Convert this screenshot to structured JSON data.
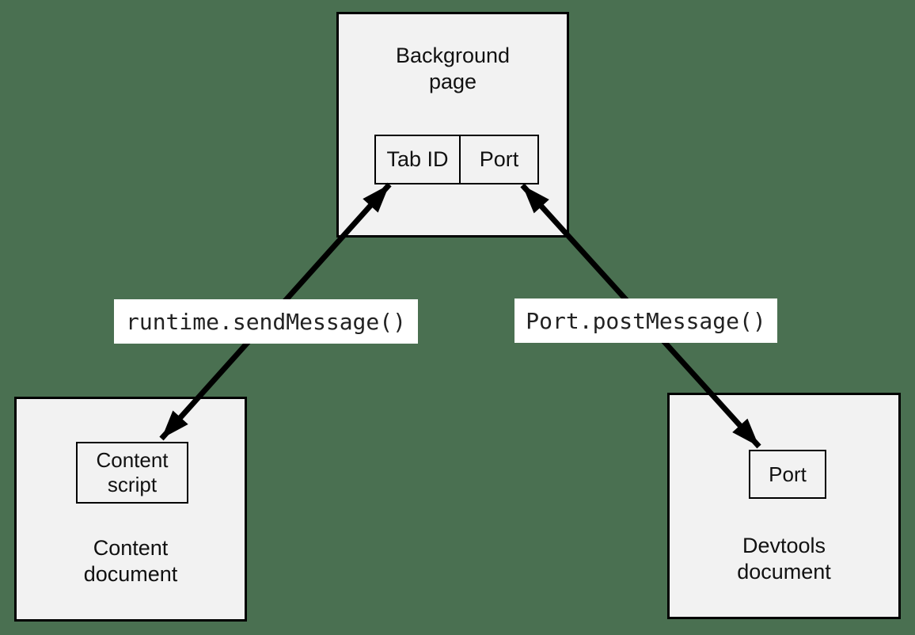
{
  "canvas": {
    "background_color": "#4A7051"
  },
  "colors": {
    "box_fill": "#F2F2F2",
    "box_border": "#000000",
    "edge_label_background": "#FFFFFF",
    "arrow": "#000000",
    "text": "#111111"
  },
  "nodes": {
    "background_page": {
      "title": "Background\npage",
      "cells": {
        "tab_id": "Tab ID",
        "port": "Port"
      }
    },
    "content_document": {
      "title": "Content\ndocument",
      "inner": "Content\nscript"
    },
    "devtools_document": {
      "title": "Devtools\ndocument",
      "inner": "Port"
    }
  },
  "edges": {
    "runtime_send_message": {
      "label": "runtime.sendMessage()",
      "from": "Content script",
      "to": "Tab ID",
      "direction": "bidirectional"
    },
    "port_post_message": {
      "label": "Port.postMessage()",
      "from": "Port (Devtools document)",
      "to": "Port (Background page)",
      "direction": "bidirectional"
    }
  }
}
